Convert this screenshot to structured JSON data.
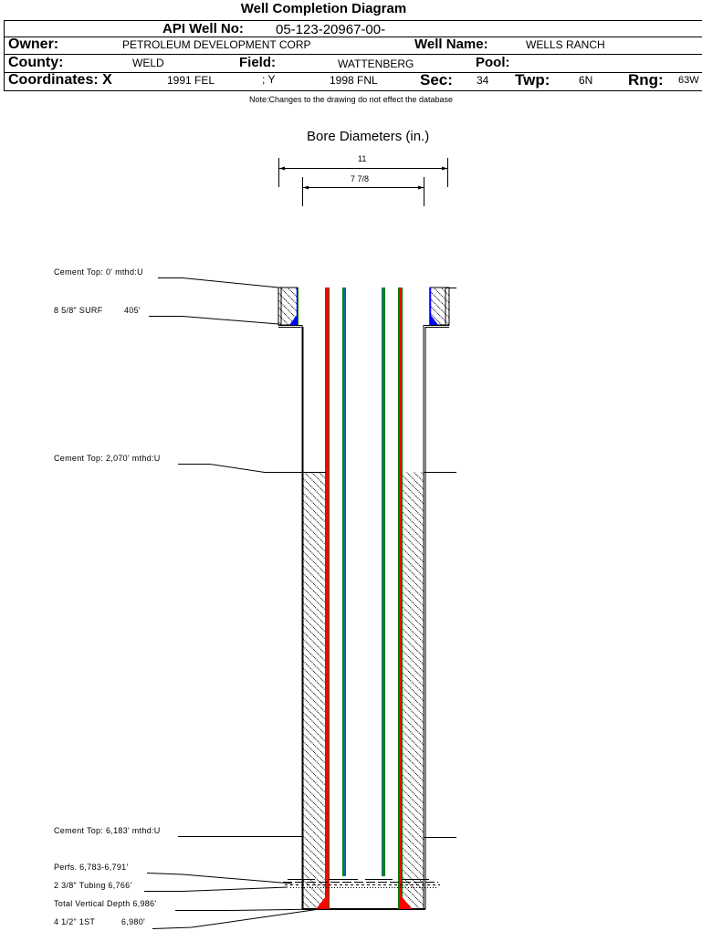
{
  "title": "Well Completion Diagram",
  "header": {
    "api_label": "API Well No:",
    "api_value": "05-123-20967-00-",
    "owner_label": "Owner:",
    "owner_value": "PETROLEUM DEVELOPMENT CORP",
    "well_name_label": "Well Name:",
    "well_name_value": "WELLS RANCH",
    "county_label": "County:",
    "county_value": "WELD",
    "field_label": "Field:",
    "field_value": "WATTENBERG",
    "pool_label": "Pool:",
    "pool_value": "",
    "coordinates_label": "Coordinates: X",
    "x_value": "1991 FEL",
    "y_label": "; Y",
    "y_value": "1998 FNL",
    "sec_label": "Sec:",
    "sec_value": "34",
    "twp_label": "Twp:",
    "twp_value": "6N",
    "rng_label": "Rng:",
    "rng_value": "63W"
  },
  "note": "Note:Changes to the drawing do not effect the database",
  "diagram": {
    "caption": "Bore Diameters (in.)",
    "bore_diameters": [
      "11",
      "7 7/8"
    ],
    "labels": {
      "cement_top_surface": "Cement Top: 0' mthd:U",
      "surface_casing": "8 5/8\" SURF",
      "surface_casing_depth": "405'",
      "cement_top_2": "Cement Top: 2,070' mthd:U",
      "cement_top_3": "Cement Top: 6,183' mthd:U",
      "perfs": "Perfs. 6,783-6,791'",
      "tubing": "2 3/8\" Tubing 6,766'",
      "tvd": "Total Vertical Depth 6,986'",
      "production_casing": "4 1/2\" 1ST",
      "production_casing_depth": "6,980'"
    },
    "colors": {
      "casing_outline": "#008000",
      "casing_core": "#ff0000",
      "tubing_core": "#0070a0",
      "shoe_fill_surface": "#0000ff",
      "shoe_fill_production": "#ff0000",
      "production_casing_right": "#b04000"
    }
  }
}
